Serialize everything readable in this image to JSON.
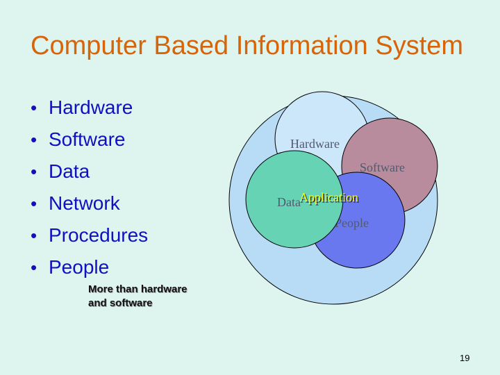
{
  "slide": {
    "title": "Computer Based Information System",
    "bullets": [
      "Hardware",
      "Software",
      "Data",
      "Network",
      "Procedures",
      "People"
    ],
    "note_line1": "More than hardware",
    "note_line2": "and software",
    "page_number": "19"
  },
  "diagram": {
    "outer_label": "",
    "circles": {
      "hardware": {
        "label": "Hardware",
        "fill": "#cce6fa"
      },
      "software": {
        "label": "Software",
        "fill": "#b88c9c"
      },
      "people": {
        "label": "People",
        "fill": "#6a78f0"
      },
      "data": {
        "label": "Data",
        "fill": "#66d4b4"
      }
    },
    "outer_fill": "#b8dcf6",
    "center_label": "Application",
    "center_label_color": "#ffff00"
  },
  "colors": {
    "background": "#ddf5ee",
    "title": "#d8640a",
    "bullets": "#1010c0"
  }
}
